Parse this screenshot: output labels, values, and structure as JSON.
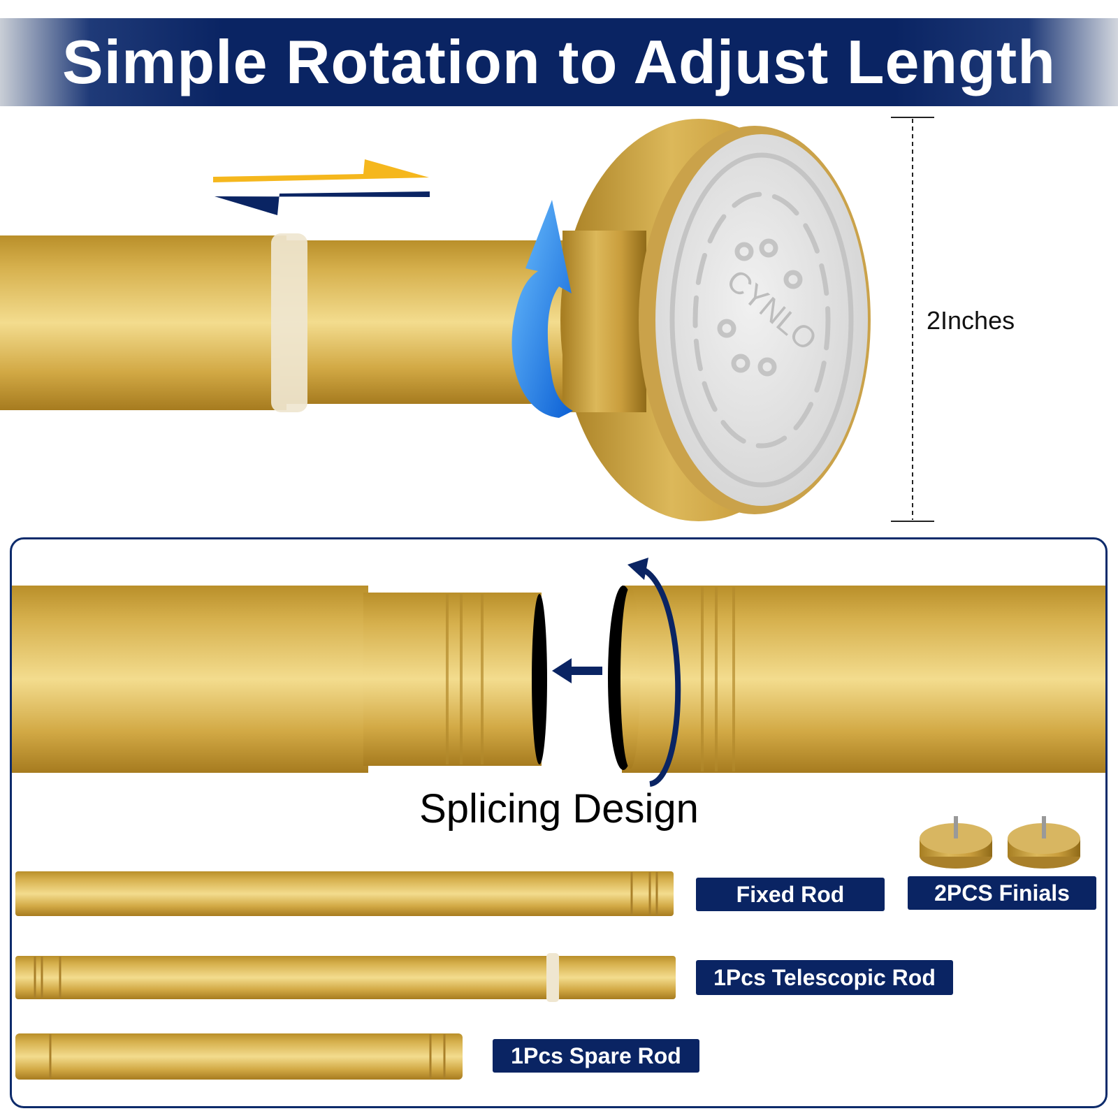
{
  "header": {
    "title": "Simple Rotation to Adjust Length"
  },
  "top_section": {
    "dimension_label": "2Inches",
    "end_cap_logo_text": "CYNLO"
  },
  "splice_section": {
    "label": "Splicing Design"
  },
  "components": {
    "fixed_rod_label": "Fixed Rod",
    "finials_label": "2PCS Finials",
    "telescopic_rod_label": "1Pcs Telescopic Rod",
    "spare_rod_label": "1Pcs Spare Rod"
  },
  "colors": {
    "navy": "#0a2463",
    "gold": "#c9a23a",
    "gold_light": "#f0d98a",
    "arrow_yellow": "#f5b71d",
    "arrow_blue": "#1e90ff",
    "cap_gray": "#e3e3e3"
  },
  "icons": [
    "push-pull-arrows-icon",
    "rotate-arrow-icon",
    "rotate-ring-icon",
    "left-arrow-icon"
  ]
}
